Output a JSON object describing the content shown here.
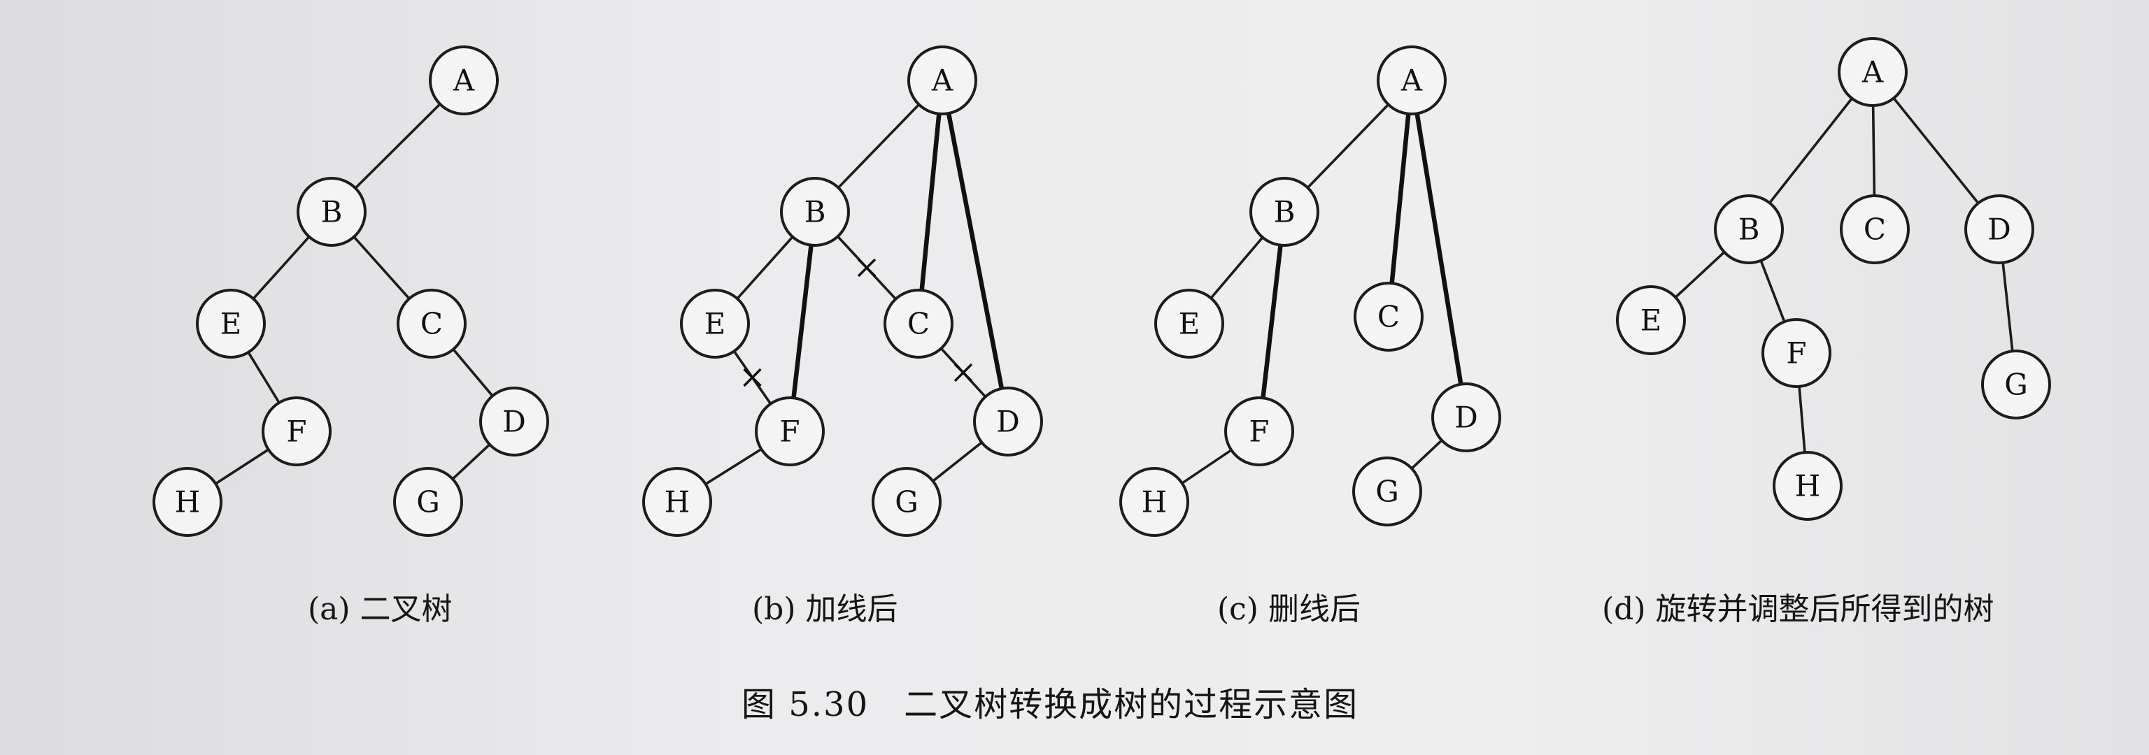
{
  "panels": [
    {
      "id": "a",
      "caption": "(a) 二叉树",
      "nodes": [
        {
          "id": "A",
          "label": "A"
        },
        {
          "id": "B",
          "label": "B"
        },
        {
          "id": "E",
          "label": "E"
        },
        {
          "id": "C",
          "label": "C"
        },
        {
          "id": "F",
          "label": "F"
        },
        {
          "id": "D",
          "label": "D"
        },
        {
          "id": "H",
          "label": "H"
        },
        {
          "id": "G",
          "label": "G"
        }
      ],
      "edges": [
        [
          "A",
          "B"
        ],
        [
          "B",
          "E"
        ],
        [
          "B",
          "C"
        ],
        [
          "E",
          "F"
        ],
        [
          "C",
          "D"
        ],
        [
          "F",
          "H"
        ],
        [
          "D",
          "G"
        ]
      ]
    },
    {
      "id": "b",
      "caption": "(b) 加线后",
      "nodes": [
        {
          "id": "A",
          "label": "A"
        },
        {
          "id": "B",
          "label": "B"
        },
        {
          "id": "E",
          "label": "E"
        },
        {
          "id": "C",
          "label": "C"
        },
        {
          "id": "F",
          "label": "F"
        },
        {
          "id": "D",
          "label": "D"
        },
        {
          "id": "H",
          "label": "H"
        },
        {
          "id": "G",
          "label": "G"
        }
      ],
      "edges": [
        [
          "A",
          "B"
        ],
        [
          "B",
          "E"
        ],
        [
          "B",
          "C"
        ],
        [
          "E",
          "F"
        ],
        [
          "C",
          "D"
        ],
        [
          "F",
          "H"
        ],
        [
          "D",
          "G"
        ]
      ],
      "added_edges": [
        [
          "A",
          "C"
        ],
        [
          "A",
          "D"
        ],
        [
          "B",
          "F"
        ]
      ],
      "cut_edges": [
        [
          "B",
          "C"
        ],
        [
          "E",
          "F"
        ],
        [
          "C",
          "D"
        ]
      ]
    },
    {
      "id": "c",
      "caption": "(c) 删线后",
      "nodes": [
        {
          "id": "A",
          "label": "A"
        },
        {
          "id": "B",
          "label": "B"
        },
        {
          "id": "E",
          "label": "E"
        },
        {
          "id": "C",
          "label": "C"
        },
        {
          "id": "F",
          "label": "F"
        },
        {
          "id": "D",
          "label": "D"
        },
        {
          "id": "H",
          "label": "H"
        },
        {
          "id": "G",
          "label": "G"
        }
      ],
      "edges": [
        [
          "A",
          "B"
        ],
        [
          "B",
          "E"
        ],
        [
          "F",
          "H"
        ],
        [
          "D",
          "G"
        ]
      ],
      "added_edges": [
        [
          "A",
          "C"
        ],
        [
          "A",
          "D"
        ],
        [
          "B",
          "F"
        ]
      ]
    },
    {
      "id": "d",
      "caption": "(d) 旋转并调整后所得到的树",
      "nodes": [
        {
          "id": "A",
          "label": "A"
        },
        {
          "id": "B",
          "label": "B"
        },
        {
          "id": "C",
          "label": "C"
        },
        {
          "id": "D",
          "label": "D"
        },
        {
          "id": "E",
          "label": "E"
        },
        {
          "id": "F",
          "label": "F"
        },
        {
          "id": "G",
          "label": "G"
        },
        {
          "id": "H",
          "label": "H"
        }
      ],
      "edges": [
        [
          "A",
          "B"
        ],
        [
          "A",
          "C"
        ],
        [
          "A",
          "D"
        ],
        [
          "B",
          "E"
        ],
        [
          "B",
          "F"
        ],
        [
          "D",
          "G"
        ],
        [
          "F",
          "H"
        ]
      ]
    }
  ],
  "figure_caption": "图 5.30　二叉树转换成树的过程示意图"
}
